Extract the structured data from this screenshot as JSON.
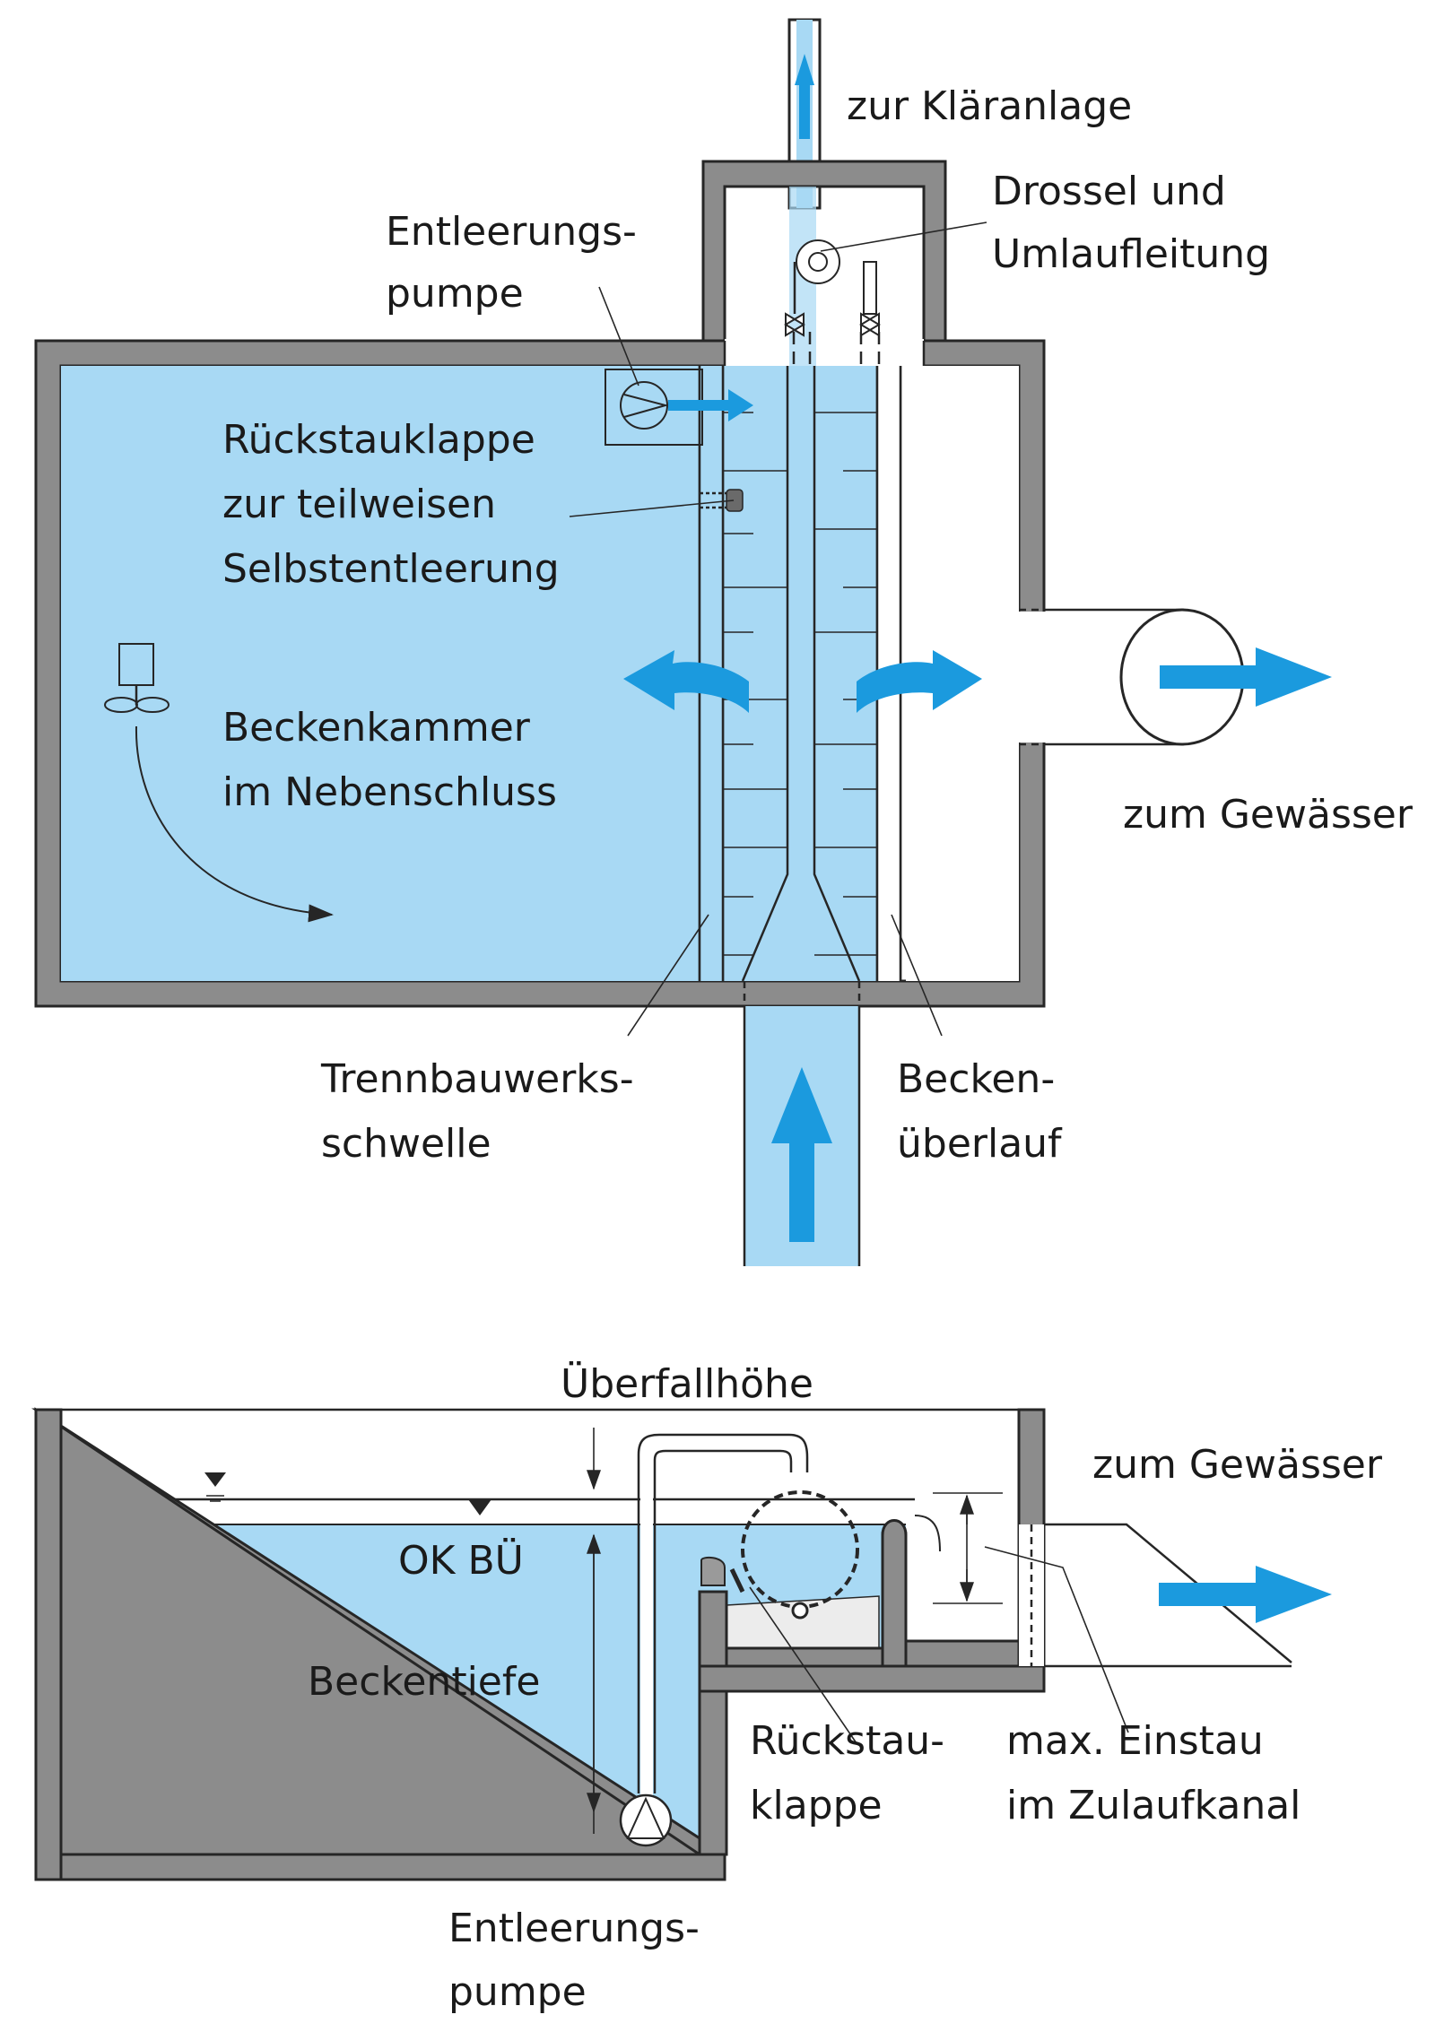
{
  "top_view": {
    "labels": {
      "zur_klaeranlage": "zur Kläranlage",
      "drossel_l1": "Drossel und",
      "drossel_l2": "Umlaufleitung",
      "entleerungspumpe_l1": "Entleerungs-",
      "entleerungspumpe_l2": "pumpe",
      "rueckstauklappe_l1": "Rückstauklappe",
      "rueckstauklappe_l2": "zur teilweisen",
      "rueckstauklappe_l3": "Selbstentleerung",
      "beckenkammer_l1": "Beckenkammer",
      "beckenkammer_l2": "im Nebenschluss",
      "zum_gewaesser": "zum Gewässer",
      "trennbauwerk_l1": "Trennbauwerks-",
      "trennbauwerk_l2": "schwelle",
      "beckenueberlauf_l1": "Becken-",
      "beckenueberlauf_l2": "überlauf"
    }
  },
  "section_view": {
    "labels": {
      "ueberfallhoehe": "Überfallhöhe",
      "zum_gewaesser": "zum Gewässer",
      "ok_bue": "OK BÜ",
      "beckentiefe": "Beckentiefe",
      "rueckstauklappe_l1": "Rückstau-",
      "rueckstauklappe_l2": "klappe",
      "einstau_l1": "max. Einstau",
      "einstau_l2": "im Zulaufkanal",
      "entleerungspumpe_l1": "Entleerungs-",
      "entleerungspumpe_l2": "pumpe"
    }
  },
  "colors": {
    "water": "#a8d9f4",
    "wall": "#8c8c8c",
    "flow_arrow": "#1b9ade",
    "sediment": "#ececec"
  }
}
